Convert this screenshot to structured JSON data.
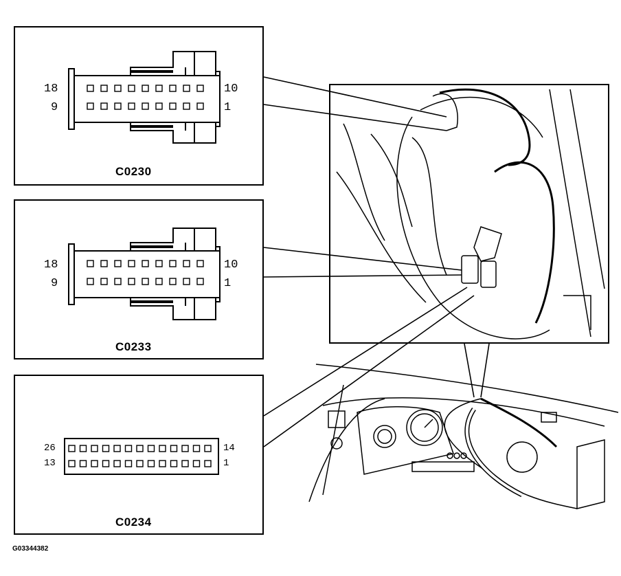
{
  "connectors": [
    {
      "name": "C0230",
      "pins_top_left": "18",
      "pins_top_right": "10",
      "pins_bottom_left": "9",
      "pins_bottom_right": "1"
    },
    {
      "name": "C0233",
      "pins_top_left": "18",
      "pins_top_right": "10",
      "pins_bottom_left": "9",
      "pins_bottom_right": "1"
    },
    {
      "name": "C0234",
      "pins_top_left": "26",
      "pins_top_right": "14",
      "pins_bottom_left": "13",
      "pins_bottom_right": "1"
    }
  ],
  "figure_id": "G03344382"
}
